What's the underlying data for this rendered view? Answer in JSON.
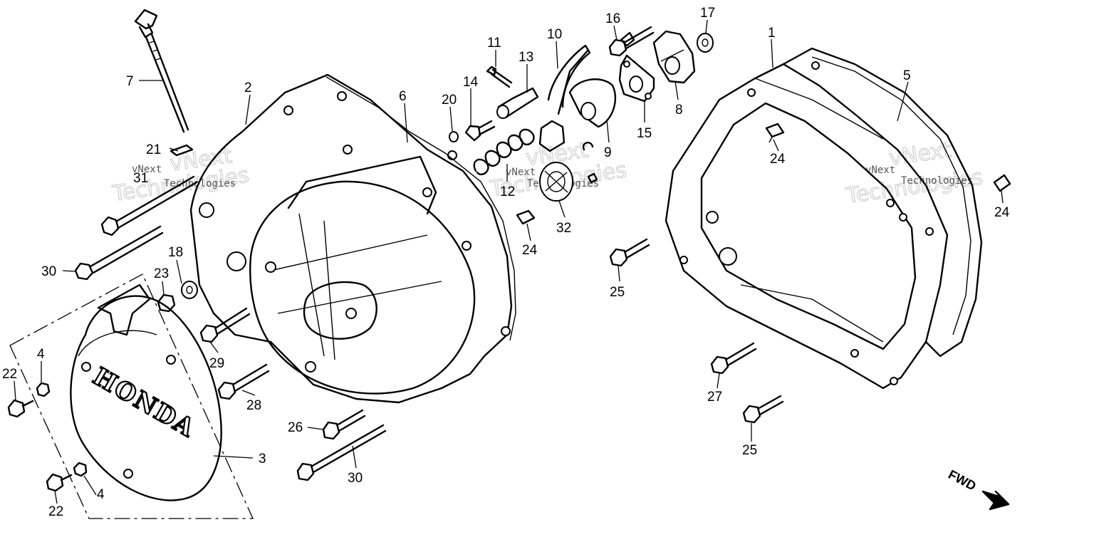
{
  "diagram": {
    "labels": [
      "1",
      "2",
      "3",
      "4",
      "4",
      "5",
      "6",
      "7",
      "8",
      "9",
      "10",
      "11",
      "12",
      "13",
      "14",
      "15",
      "16",
      "17",
      "18",
      "20",
      "21",
      "22",
      "22",
      "23",
      "24",
      "24",
      "24",
      "24",
      "25",
      "25",
      "26",
      "27",
      "28",
      "29",
      "30",
      "30",
      "31",
      "32"
    ],
    "logo_text": "HONDA",
    "direction_text": "FWD",
    "watermarks": [
      {
        "line1": "vNext",
        "line2": "Technologies"
      },
      {
        "line1": "vNext",
        "line2": "Technologies"
      },
      {
        "line1": "vNext",
        "line2": "Technologies"
      }
    ]
  }
}
